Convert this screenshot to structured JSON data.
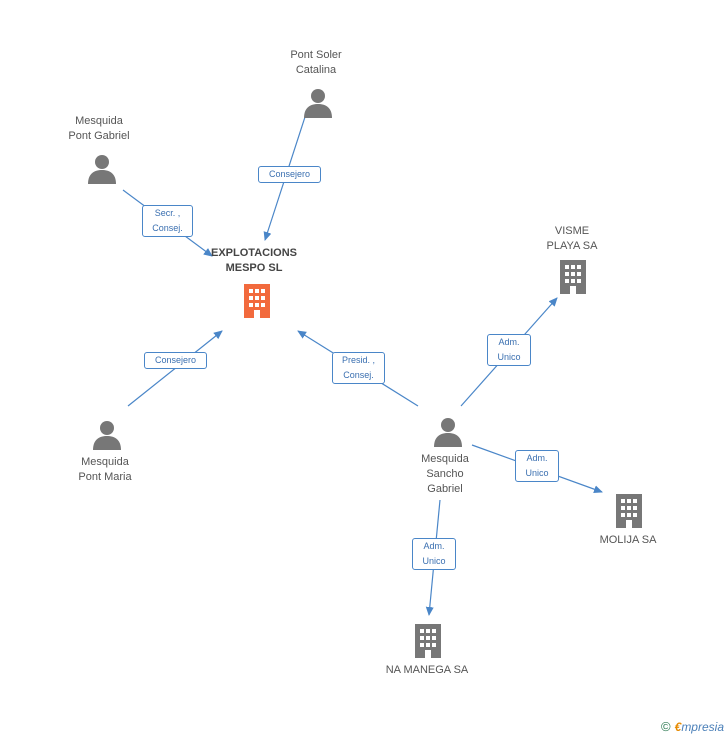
{
  "colors": {
    "accent_main": "#f26a3d",
    "entity_gray": "#777777",
    "edge_blue": "#4a86c8"
  },
  "nodes": {
    "center": {
      "line1": "EXPLOTACIONS",
      "line2": "MESPO SL",
      "icon": "building-icon"
    },
    "pont_soler": {
      "line1": "Pont Soler",
      "line2": "Catalina",
      "icon": "person-icon"
    },
    "mesquida_gabriel": {
      "line1": "Mesquida",
      "line2": "Pont Gabriel",
      "icon": "person-icon"
    },
    "mesquida_maria": {
      "line1": "Mesquida",
      "line2": "Pont Maria",
      "icon": "person-icon"
    },
    "mesquida_sancho": {
      "line1": "Mesquida",
      "line2": "Sancho",
      "line3": "Gabriel",
      "icon": "person-icon"
    },
    "visme": {
      "line1": "VISME",
      "line2": "PLAYA SA",
      "icon": "building-icon"
    },
    "molija": {
      "line1": "MOLIJA SA",
      "icon": "building-icon"
    },
    "na_manega": {
      "line1": "NA MANEGA SA",
      "icon": "building-icon"
    }
  },
  "edges": {
    "pont_soler": {
      "line1": "Consejero"
    },
    "mesquida_gabriel": {
      "line1": "Secr. ,",
      "line2": "Consej."
    },
    "mesquida_maria": {
      "line1": "Consejero"
    },
    "sancho_center": {
      "line1": "Presid. ,",
      "line2": "Consej."
    },
    "sancho_visme": {
      "line1": "Adm.",
      "line2": "Unico"
    },
    "sancho_molija": {
      "line1": "Adm.",
      "line2": "Unico"
    },
    "sancho_manega": {
      "line1": "Adm.",
      "line2": "Unico"
    }
  },
  "footer": {
    "copyright": "©",
    "brand_first": "€",
    "brand_rest": "mpresia"
  }
}
